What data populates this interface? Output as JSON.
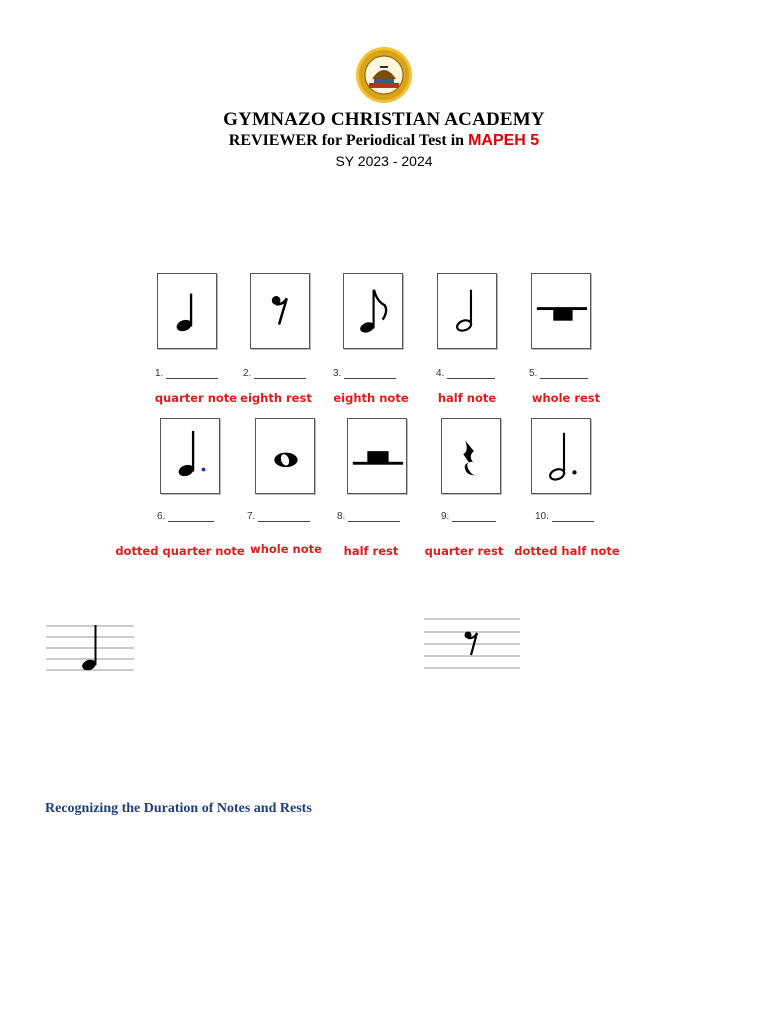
{
  "header": {
    "school": "GYMNAZO CHRISTIAN ACADEMY",
    "reviewer_prefix": "REVIEWER for Periodical Test in",
    "subject": "MAPEH 5",
    "school_year": "SY 2023 - 2024"
  },
  "colors": {
    "answer": "#e31b1b",
    "heading": "#1f3e7a",
    "subject": "#e10000",
    "seal_gold": "#d9a21b"
  },
  "items": [
    {
      "number": "1.",
      "symbol": "quarter-note-icon",
      "answer": "quarter note"
    },
    {
      "number": "2.",
      "symbol": "eighth-rest-icon",
      "answer": "eighth rest"
    },
    {
      "number": "3.",
      "symbol": "eighth-note-icon",
      "answer": "eighth note"
    },
    {
      "number": "4.",
      "symbol": "half-note-icon",
      "answer": "half note"
    },
    {
      "number": "5.",
      "symbol": "whole-rest-icon",
      "answer": "whole rest"
    },
    {
      "number": "6.",
      "symbol": "dotted-quarter-note-icon",
      "answer": "dotted quarter note"
    },
    {
      "number": "7.",
      "symbol": "whole-note-icon",
      "answer": "whole note"
    },
    {
      "number": "8.",
      "symbol": "half-rest-icon",
      "answer": "half rest"
    },
    {
      "number": "9.",
      "symbol": "quarter-rest-icon",
      "answer": "quarter rest"
    },
    {
      "number": "10.",
      "symbol": "dotted-half-note-icon",
      "answer": "dotted half note"
    }
  ],
  "staff_examples": [
    "quarter-note-on-staff-icon",
    "eighth-rest-on-staff-icon"
  ],
  "section_heading": "Recognizing the Duration of Notes and Rests"
}
